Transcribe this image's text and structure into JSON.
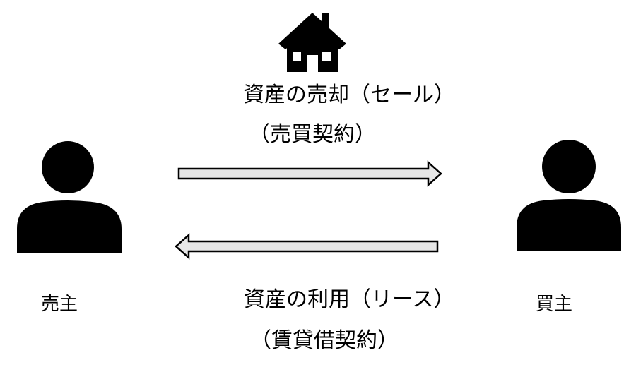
{
  "sale": {
    "title": "資産の売却（セール）",
    "contract": "（売買契約）"
  },
  "lease": {
    "title": "資産の利用（リース）",
    "contract": "（賃貸借契約）"
  },
  "seller": {
    "label": "売主"
  },
  "buyer": {
    "label": "買主"
  },
  "colors": {
    "arrow_fill": "#e6e6e6",
    "stroke": "#000000"
  },
  "icons": {
    "house": "house-icon",
    "seller": "person-icon",
    "buyer": "person-icon"
  }
}
